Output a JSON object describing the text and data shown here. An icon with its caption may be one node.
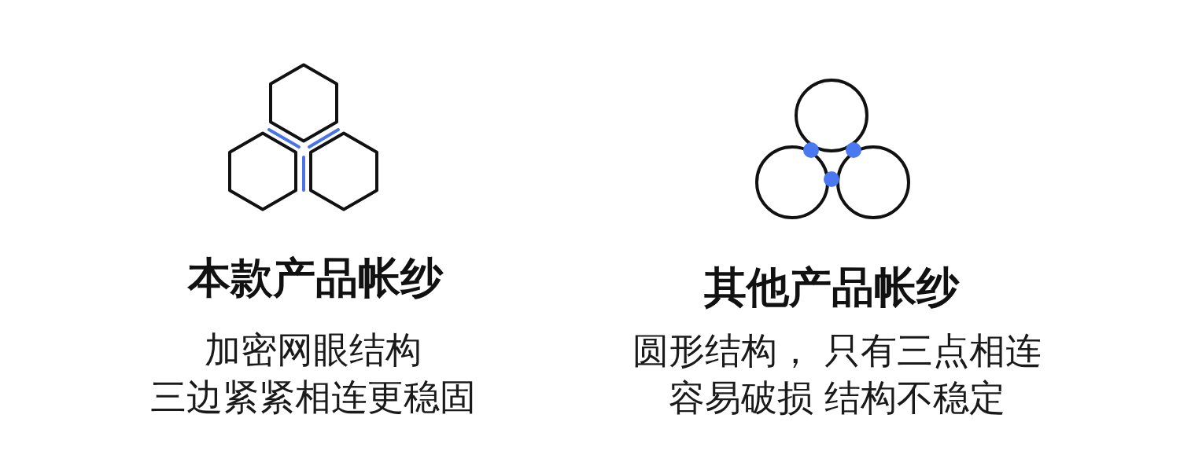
{
  "diagram": {
    "labels": [
      "本款产品帐纱",
      "加密网眼结构",
      "三边紧紧相连更稳固",
      "其他产品帐纱",
      "圆形结构， 只有三点相连",
      "容易破损 结构不稳定"
    ]
  }
}
